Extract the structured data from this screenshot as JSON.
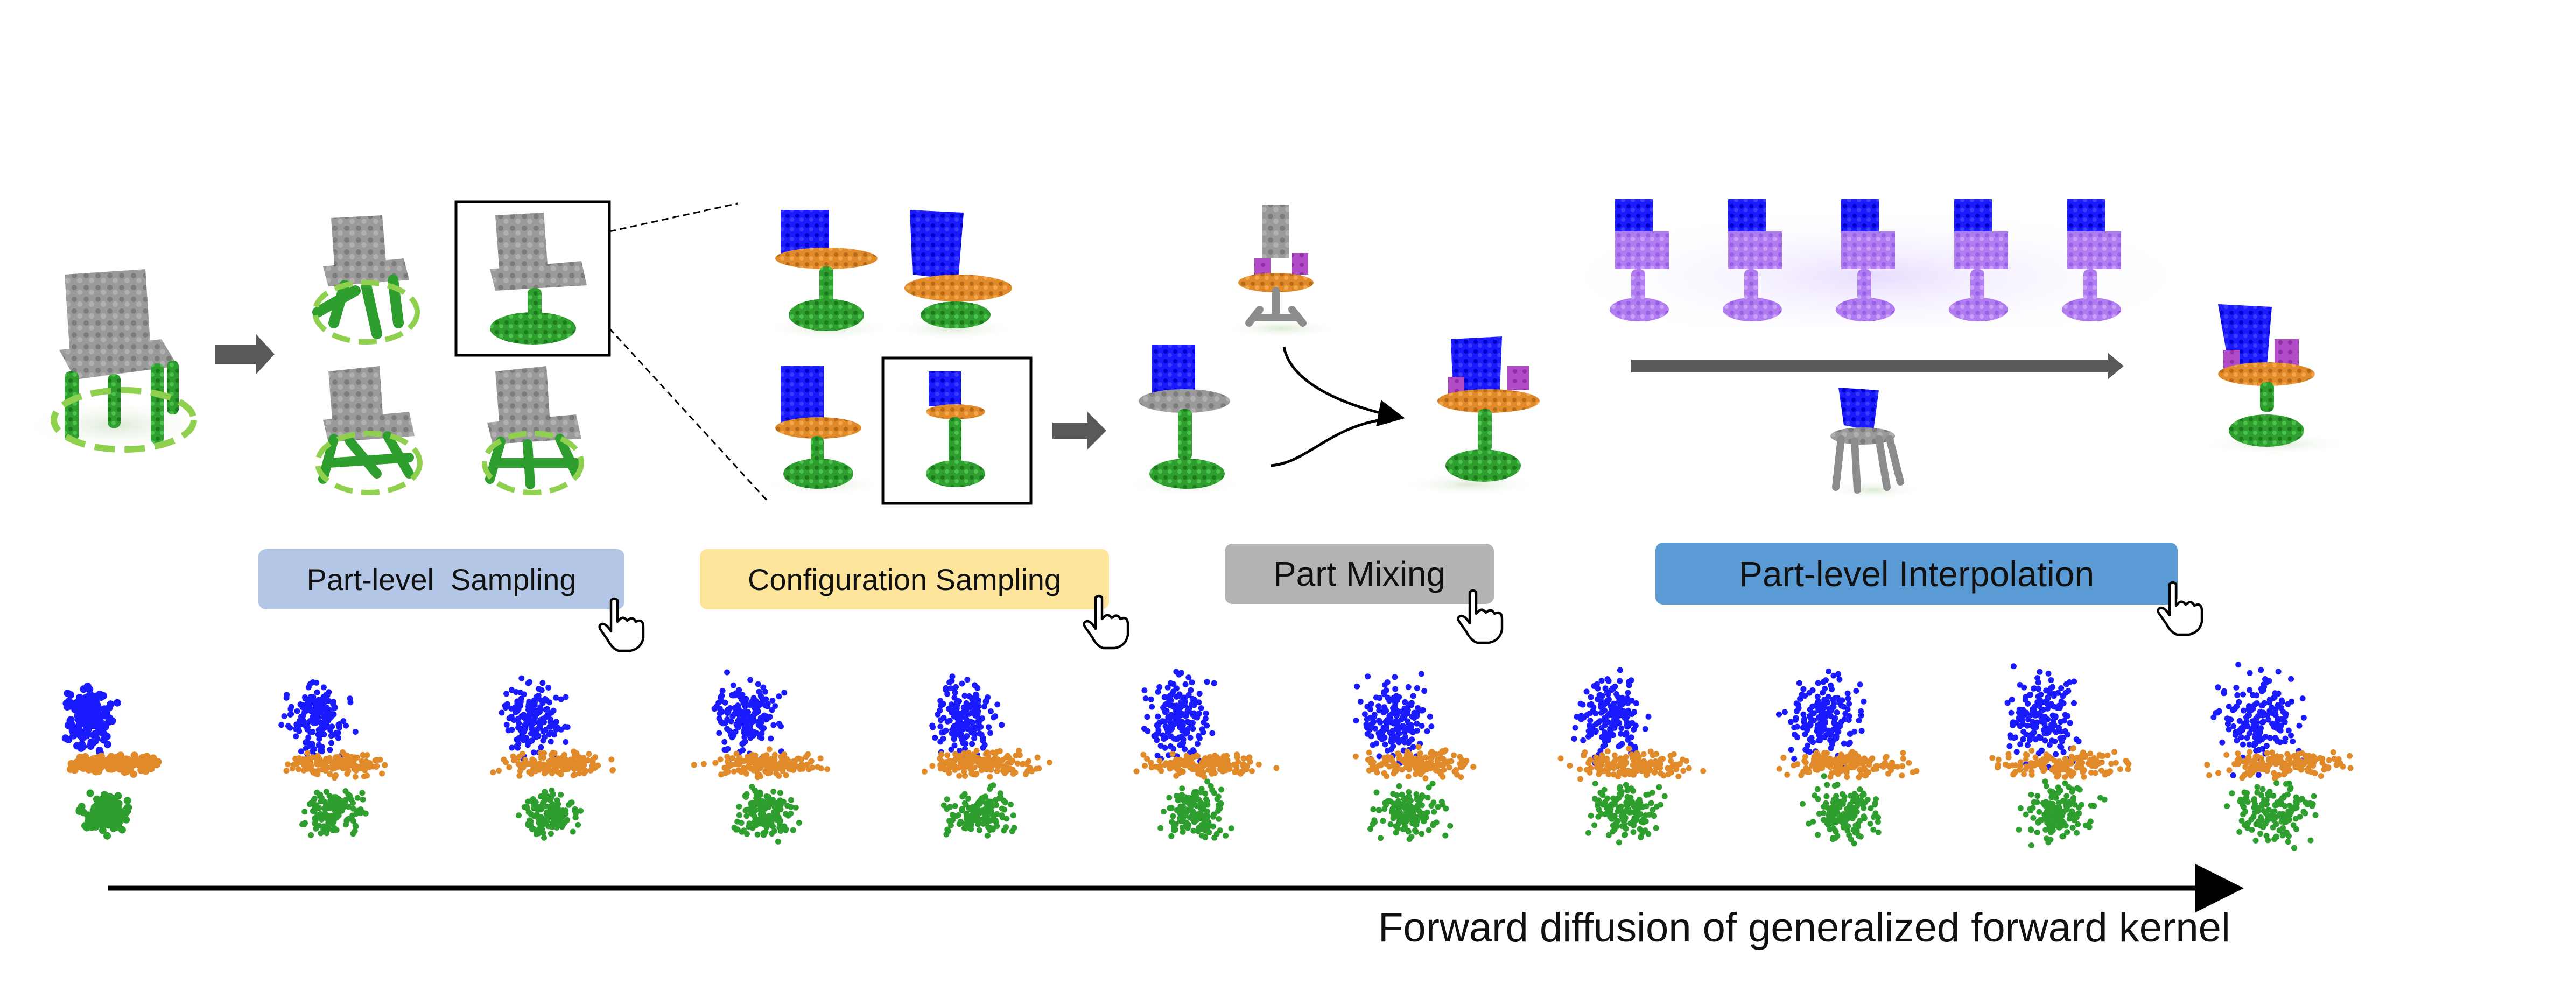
{
  "labels": {
    "part_level_sampling": "Part-level  Sampling",
    "configuration_sampling": "Configuration Sampling",
    "part_mixing": "Part Mixing",
    "part_level_interpolation": "Part-level Interpolation"
  },
  "caption": "Forward diffusion of generalized forward kernel",
  "colors": {
    "part_sampling_box": "#b3c6e6",
    "configuration_box": "#fde59c",
    "mixing_box": "#b3b3b3",
    "interpolation_box": "#5b9bd5",
    "back": "#1a1aff",
    "seat": "#e08a2a",
    "base": "#2e9e2e",
    "arm": "#b24bc8",
    "gray_part": "#8c8c8c",
    "purple_chair": "#b07cf0",
    "highlight_ring": "#8fd14f",
    "arrow_gray": "#595959"
  },
  "icons": [
    "pointer-hand-icon",
    "right-arrow-icon",
    "merge-arrow-icon"
  ]
}
